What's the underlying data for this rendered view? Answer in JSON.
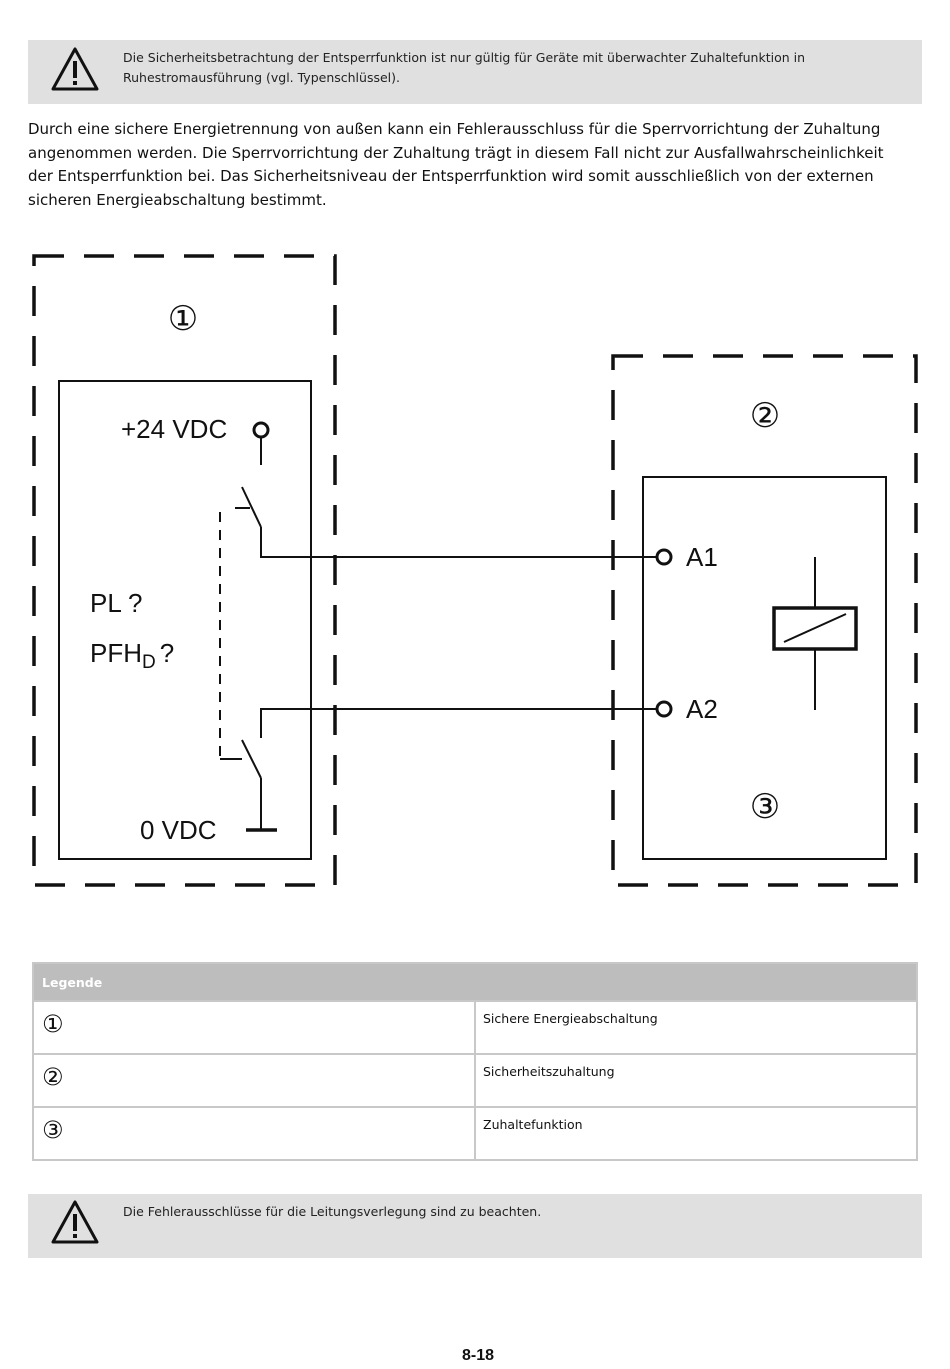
{
  "warning_top": {
    "lines": [
      "Die Sicherheitsbetrachtung der Entsperrfunktion ist nur gültig für Geräte mit überwachter Zuhaltefunktion in",
      "Ruhestromausführung (vgl. Typenschlüssel)."
    ]
  },
  "body_text": {
    "lines": [
      "Durch eine sichere Energietrennung von außen kann ein Fehlerausschluss für die Sperrvorrichtung der Zuhaltung",
      "angenommen werden. Die Sperrvorrichtung der Zuhaltung trägt in diesem Fall nicht zur Ausfallwahrscheinlichkeit",
      "der Entsperrfunktion bei. Das Sicherheitsniveau der Entsperrfunktion wird somit ausschließlich von der externen",
      "sicheren Energieabschaltung bestimmt."
    ]
  },
  "diagram": {
    "marker_1": "①",
    "marker_2": "②",
    "marker_3": "③",
    "supply_plus": "+24 VDC",
    "supply_zero": "0 VDC",
    "pl": "PL ?",
    "pfh_main": "PFH",
    "pfh_sub": "D",
    "pfh_q": "?",
    "terminal_a1": "A1",
    "terminal_a2": "A2"
  },
  "legend": {
    "header": "Legende",
    "rows": [
      {
        "num": "①",
        "desc": "Sichere Energieabschaltung"
      },
      {
        "num": "②",
        "desc": "Sicherheitszuhaltung"
      },
      {
        "num": "③",
        "desc": "Zuhaltefunktion"
      }
    ]
  },
  "warning_bottom": {
    "lines": [
      "Die Fehlerausschlüsse für die Leitungsverlegung sind zu beachten."
    ]
  },
  "page_number": "8-18"
}
